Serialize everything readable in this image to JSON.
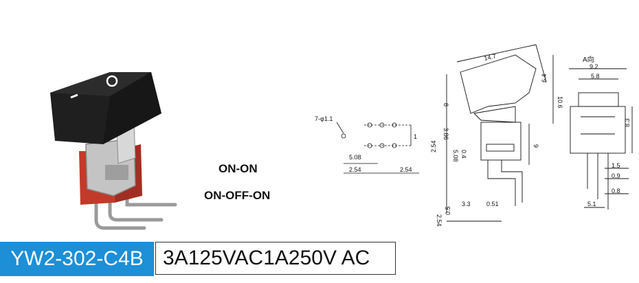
{
  "product": {
    "model": "YW2-302-C4B",
    "rating": "3A125VAC1A250V AC"
  },
  "circuits": [
    "ON-ON",
    "ON-OFF-ON"
  ],
  "drawing_labels": {
    "pcb_holes": "7-φ1.1",
    "dim_508": "5.08",
    "dim_254a": "2.54",
    "dim_254b": "2.54",
    "dim_1": "1",
    "side_147": "14.7",
    "side_64": "6.4",
    "side_106": "10.6",
    "side_8": "8",
    "side_386": "3.86",
    "side_254": "2.54",
    "side_508": "5.08",
    "side_04": "0.4",
    "side_9": "9",
    "side_254b": "2.54",
    "side_05": "0.5",
    "side_33": "3.3",
    "side_051": "0.51",
    "view_a": "A向",
    "front_92": "9.2",
    "front_58": "5.8",
    "front_83": "8.3",
    "front_15": "1.5",
    "front_09": "0.9",
    "front_08": "0.8",
    "front_51": "5.1"
  },
  "colors": {
    "model_bg": "#1d8fd6",
    "actuator": "#1f1f1f",
    "housing_red": "#c23a2a",
    "metal": "#b8b8b8"
  }
}
